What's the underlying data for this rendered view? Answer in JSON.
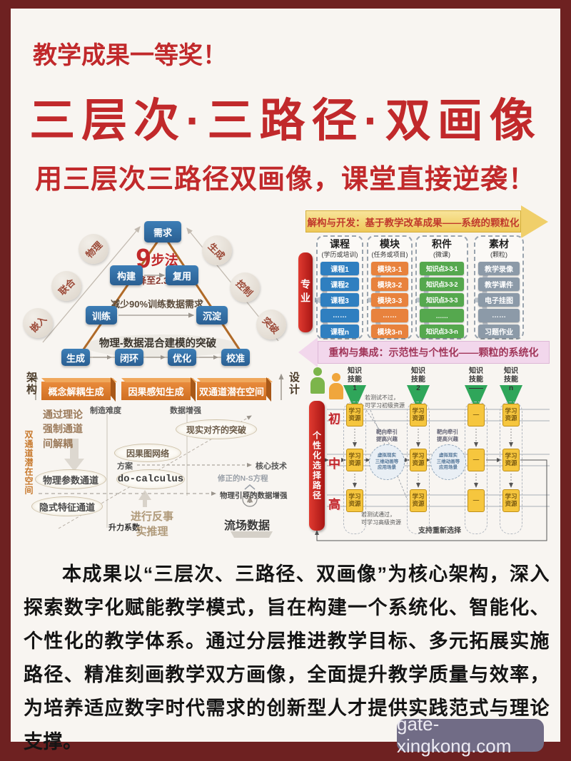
{
  "frame": {
    "border_color": "#6e2121",
    "background": "#f8f5f1",
    "accent_red": "#c1292b"
  },
  "header": {
    "badge": "教学成果一等奖！",
    "title": "三层次·三路径·双画像",
    "subtitle": "用三层次三路径双画像，课堂直接逆袭！"
  },
  "pyramid": {
    "top_node": "需求",
    "method_number": "9",
    "method_label": "步法",
    "method_note": "降至2.3%",
    "node_build": "构建",
    "node_reuse": "复用",
    "arrow_note": "减少90%训练数据需求",
    "node_train": "训练",
    "node_settle": "沉淀",
    "caption": "物理-数据混合建模的突破",
    "bottom_nodes": [
      "生成",
      "闭环",
      "优化",
      "校准"
    ],
    "left_circles": [
      "物理",
      "联合",
      "嵌入"
    ],
    "right_circles": [
      "生成",
      "控制",
      "突破"
    ]
  },
  "architecture": {
    "axis_left": "架构",
    "axis_right": "设计",
    "bars": [
      "概念解耦生成",
      "因果感知生成",
      "双通道潜在空间"
    ],
    "note_theory": "通过理论\n强制通道\n间解耦",
    "label_difficulty": "制造难度",
    "label_data_aug": "数据增强",
    "oval_reality": "现实对齐的突破",
    "oval_causal_net": "因果图网络",
    "label_plan": "方案",
    "label_core_tech": "核心技术",
    "oval_do_calculus": "do-calculus",
    "label_ns": "修正的N-S方程",
    "label_physics_aug": "物理引导的数据增强",
    "vertical_channel": "双通道潜在空间",
    "oval_param_channel": "物理参数通道",
    "oval_feature_channel": "隐式特征通道",
    "label_lift": "升力系数",
    "label_counterfactual": "进行反事\n实推理",
    "label_flow_data": "流场数据"
  },
  "granulation": {
    "banner_top": "解构与开发：基于教学改革成果——系统的颗粒化",
    "banner_bottom": "重构与集成：示范性与个性化——颗粒的系统化",
    "side_label": "专业",
    "brace": "{",
    "columns": [
      {
        "title": "课程",
        "subtitle": "(学历或培训)",
        "color": "#2f7fc0",
        "items": [
          "课程1",
          "课程2",
          "课程3",
          "……",
          "课程n"
        ]
      },
      {
        "title": "模块",
        "subtitle": "(任务或项目)",
        "color": "#e8823d",
        "items": [
          "模块3-1",
          "模块3-2",
          "模块3-3",
          "……",
          "模块3-n"
        ]
      },
      {
        "title": "积件",
        "subtitle": "(微课)",
        "color": "#55a84e",
        "items": [
          "知识点3-3-1",
          "知识点3-3-2",
          "知识点3-3-3",
          "……",
          "知识点3-3-n"
        ]
      },
      {
        "title": "素材",
        "subtitle": "(颗粒)",
        "color": "#8c9aa8",
        "items": [
          "教学录像",
          "教学课件",
          "电子挂图",
          "……",
          "习题作业"
        ]
      }
    ]
  },
  "path": {
    "side_label": "个性化选择路径",
    "headers": [
      "知识\n技能\n1",
      "知识\n技能\n2",
      "知识\n技能\n——",
      "知识\n技能\nn"
    ],
    "rows": [
      "初",
      "中",
      "高"
    ],
    "resource_box": "学习\n资源",
    "dash_box": "—",
    "note_top": "若测试不过，\n可学习初级资源",
    "note_bottom": "若测试通过，\n可学习高级资源",
    "label_target": "靶向牵引\n提高兴趣",
    "bubble": "虚拟现实\n三维动画等\n应用场景",
    "label_reselect": "支持重新选择"
  },
  "summary": "本成果以“三层次、三路径、双画像”为核心架构，深入探索数字化赋能教学模式，旨在构建一个系统化、智能化、个性化的教学体系。通过分层推进教学目标、多元拓展实施路径、精准刻画教学双方画像，全面提升教学质量与效率，为培养适应数字时代需求的创新型人才提供实践范式与理论支撑。",
  "watermark": "gate-xingkong.com"
}
